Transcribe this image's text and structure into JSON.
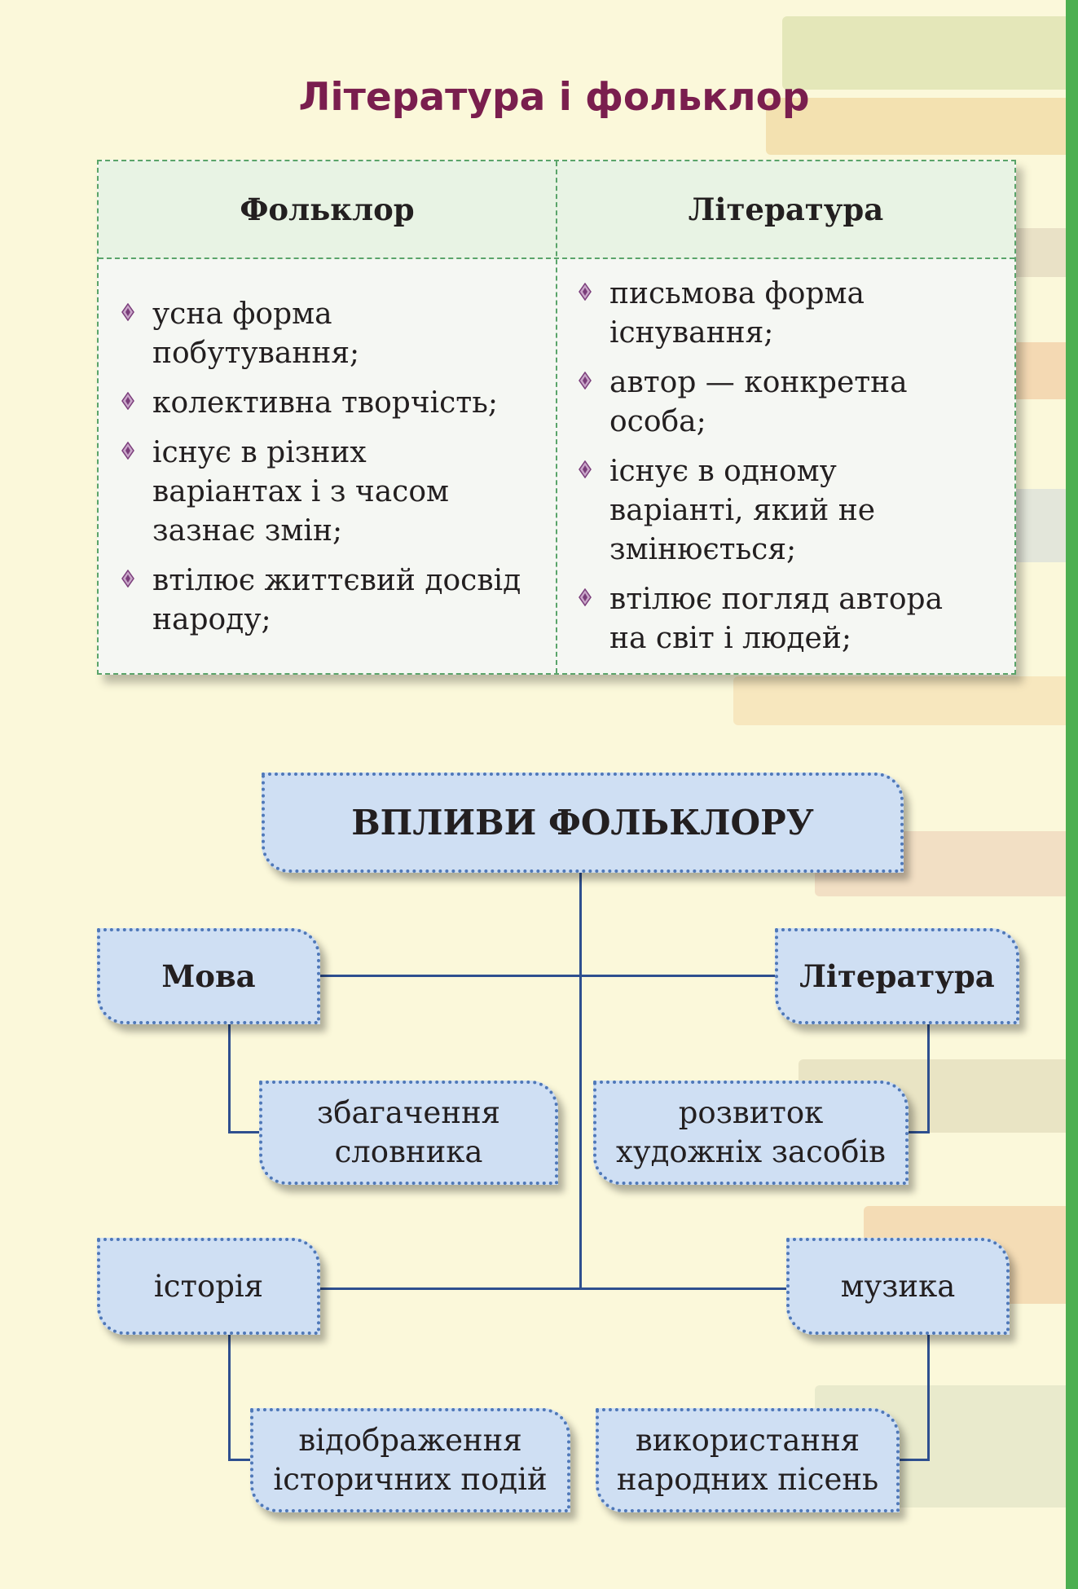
{
  "title": "Література і фольклор",
  "table": {
    "headers": [
      "Фольклор",
      "Література"
    ],
    "folklore": [
      "усна форма побутування;",
      "колективна творчість;",
      "існує в різних варіантах і з часом зазнає змін;",
      "втілює життєвий досвід народу;"
    ],
    "literature": [
      "письмова форма існування;",
      "автор — конкретна особа;",
      "існує в одному варіанті, який не змінюється;",
      "втілює погляд автора на світ і людей;"
    ]
  },
  "diagram": {
    "root": "ВПЛИВИ ФОЛЬКЛОРУ",
    "mova": "Мова",
    "mova_child": "збагачення словника",
    "literatura": "Література",
    "literatura_child": "розвиток художніх засобів",
    "istoriia": "історія",
    "istoriia_child": "відображення історичних подій",
    "muzyka": "музика",
    "muzyka_child": "використання народних пісень"
  },
  "colors": {
    "title": "#7a1e4e",
    "box": "#cfdff3",
    "line": "#2e4f8f",
    "accent": "#4caf50"
  }
}
